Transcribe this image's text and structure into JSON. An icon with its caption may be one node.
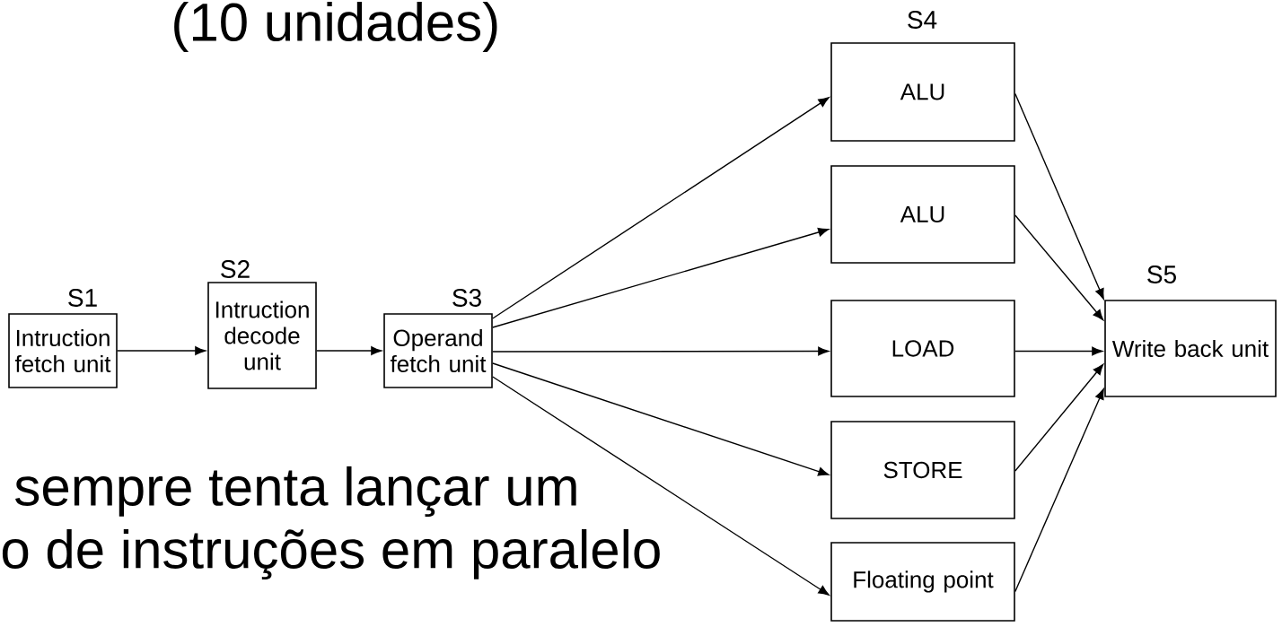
{
  "diagram": {
    "nodes": [
      {
        "text": [
          "Intruction fetch unit"
        ],
        "beside": [
          "S1"
        ]
      },
      {
        "text": [
          "Intruction decode unit"
        ],
        "beside": [
          "S2"
        ]
      },
      {
        "text": [
          "Operand fetch unit"
        ],
        "beside": [
          "S3"
        ]
      },
      {
        "text": [
          "ALU"
        ],
        "beside": [
          "S4"
        ]
      },
      {
        "text": [
          "ALU"
        ]
      },
      {
        "text": [
          "LOAD"
        ]
      },
      {
        "text": [
          "STORE"
        ]
      },
      {
        "text": [
          "Floating point"
        ]
      },
      {
        "text": [
          "Write back unit"
        ],
        "beside": [
          "S5"
        ]
      }
    ],
    "edges": [
      {
        "from": 0,
        "to": 1,
        "arrow": "to"
      },
      {
        "from": 1,
        "to": 2,
        "arrow": "to"
      },
      {
        "from": 2,
        "to": 3,
        "arrow": "to"
      },
      {
        "from": 2,
        "to": 4,
        "arrow": "to"
      },
      {
        "from": 2,
        "to": 5,
        "arrow": "to"
      },
      {
        "from": 2,
        "to": 6,
        "arrow": "to"
      },
      {
        "from": 2,
        "to": 7,
        "arrow": "to"
      },
      {
        "from": 3,
        "to": 8,
        "arrow": "to"
      },
      {
        "from": 4,
        "to": 8,
        "arrow": "to"
      },
      {
        "from": 5,
        "to": 8,
        "arrow": "to"
      },
      {
        "from": 6,
        "to": 8,
        "arrow": "to"
      },
      {
        "from": 7,
        "to": 8,
        "arrow": "to"
      }
    ],
    "labels": [
      "(10 unidades)",
      "sempre tenta lançar um",
      "o de instruções em paralelo"
    ]
  }
}
